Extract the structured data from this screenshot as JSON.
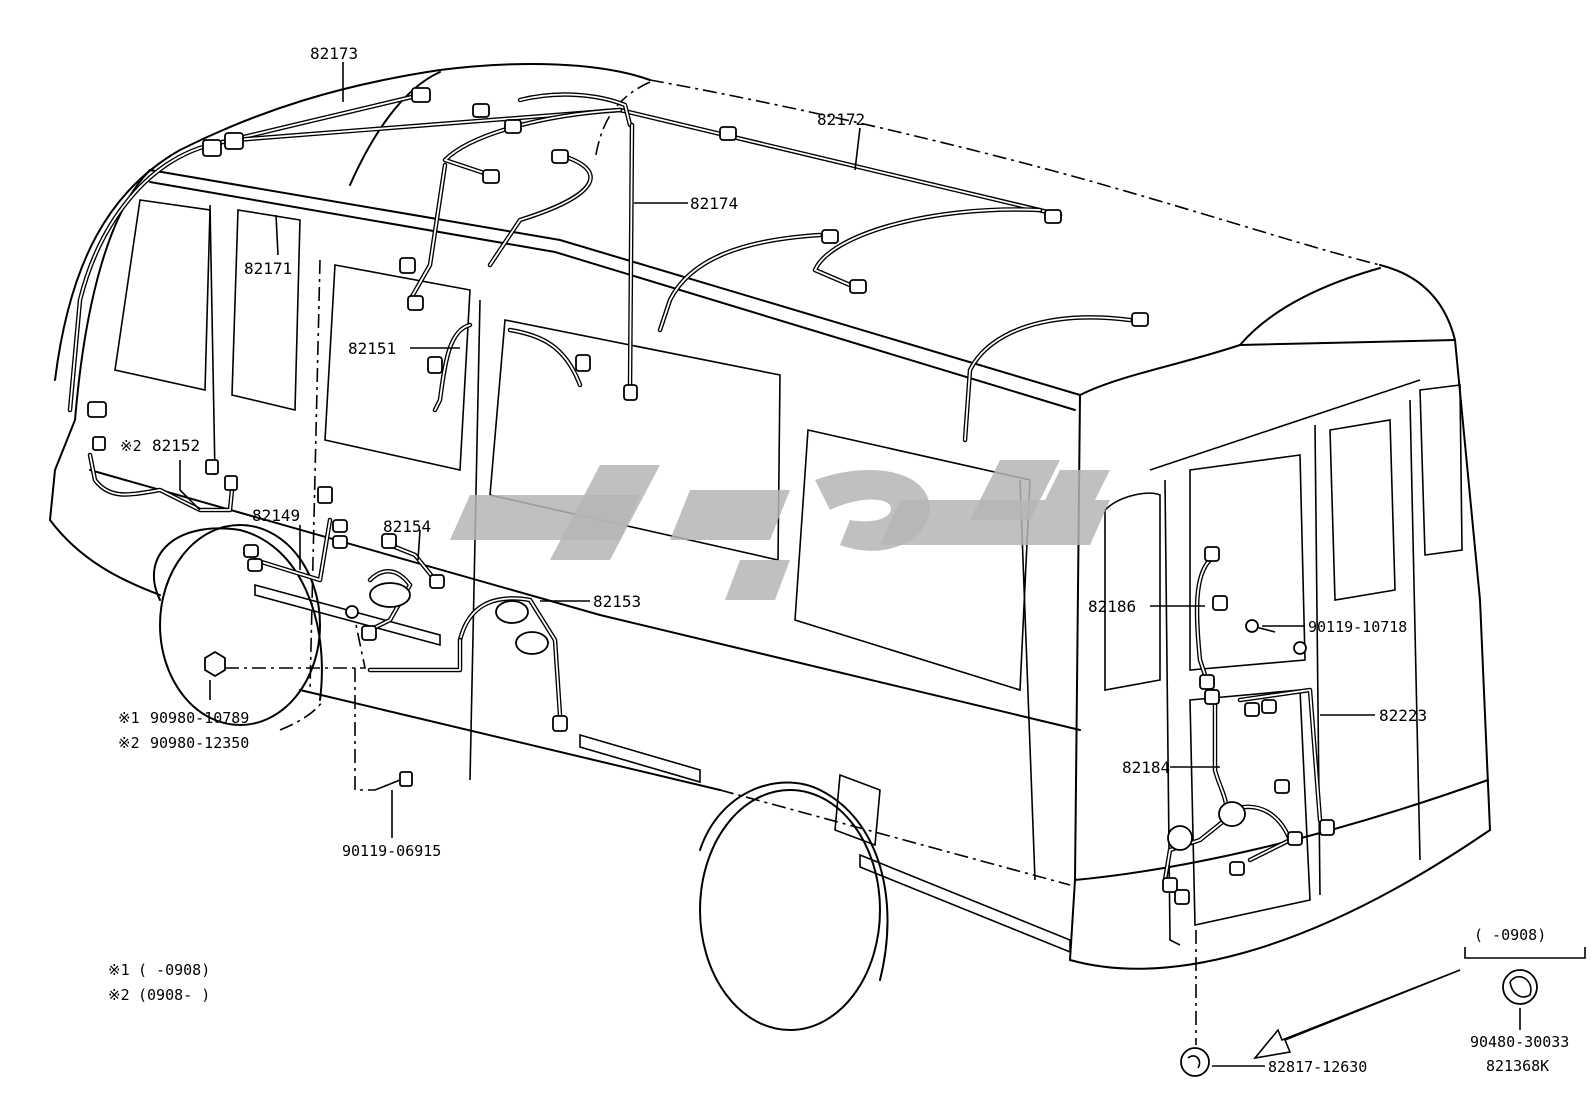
{
  "diagram": {
    "part_labels": {
      "p82173": "82173",
      "p82172": "82172",
      "p82174": "82174",
      "p82171": "82171",
      "p82151": "82151",
      "p82152": "82152",
      "p82149": "82149",
      "p82154": "82154",
      "p82153": "82153",
      "p82186": "82186",
      "p82223": "82223",
      "p82184": "82184",
      "p90119_10718": "90119-10718",
      "p90119_06915": "90119-06915",
      "p82817_12630": "82817-12630",
      "p90480_30033": "90480-30033",
      "code_821368K": "821368K",
      "p90980_10789": "90980-10789",
      "p90980_12350": "90980-12350"
    },
    "marks": {
      "m1": "※1",
      "m2": "※2",
      "m2_82152": "※2"
    },
    "notes": {
      "note1_mark": "※1",
      "note1_text": "(      -0908)",
      "note2_mark": "※2",
      "note2_text": "(0908-      )",
      "bracket_text": "(      -0908)"
    },
    "colors": {
      "line": "#000000",
      "watermark": "#b5b5b5",
      "background": "#ffffff"
    }
  }
}
